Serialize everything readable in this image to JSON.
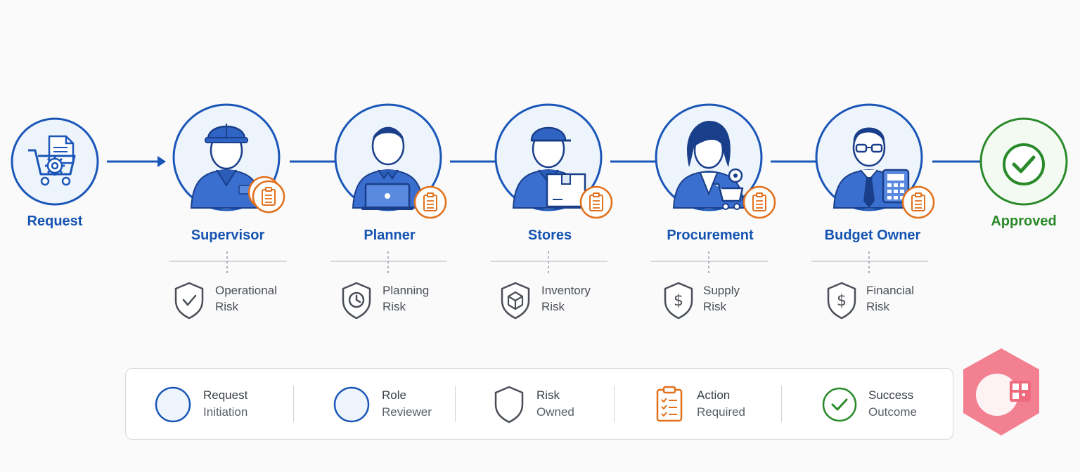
{
  "request": {
    "label": "Request"
  },
  "roles": [
    {
      "label": "Supervisor",
      "risk_line1": "Operational",
      "risk_line2": "Risk",
      "risk_icon": "check-shield-icon",
      "person": "worker-hardhat"
    },
    {
      "label": "Planner",
      "risk_line1": "Planning",
      "risk_line2": "Risk",
      "risk_icon": "clock-shield-icon",
      "person": "person-laptop"
    },
    {
      "label": "Stores",
      "risk_line1": "Inventory",
      "risk_line2": "Risk",
      "risk_icon": "box-shield-icon",
      "person": "worker-cap-box"
    },
    {
      "label": "Procurement",
      "risk_line1": "Supply",
      "risk_line2": "Risk",
      "risk_icon": "dollar-shield-icon",
      "person": "woman-cart"
    },
    {
      "label": "Budget Owner",
      "risk_line1": "Financial",
      "risk_line2": "Risk",
      "risk_icon": "dollar-shield-icon",
      "person": "man-glasses-calculator"
    }
  ],
  "approved": {
    "label": "Approved"
  },
  "legend": [
    {
      "line1": "Request",
      "line2": "Initiation",
      "icon": "request-circle-icon"
    },
    {
      "line1": "Role",
      "line2": "Reviewer",
      "icon": "role-circle-icon"
    },
    {
      "line1": "Risk",
      "line2": "Owned",
      "icon": "shield-icon"
    },
    {
      "line1": "Action",
      "line2": "Required",
      "icon": "clipboard-icon"
    },
    {
      "line1": "Success",
      "line2": "Outcome",
      "icon": "check-circle-icon"
    }
  ],
  "colors": {
    "primary_blue": "#1a56b8",
    "light_fill": "#eef4fc",
    "action_orange": "#e2711d",
    "success_green": "#2a8a2a",
    "gray": "#4a4f57"
  }
}
